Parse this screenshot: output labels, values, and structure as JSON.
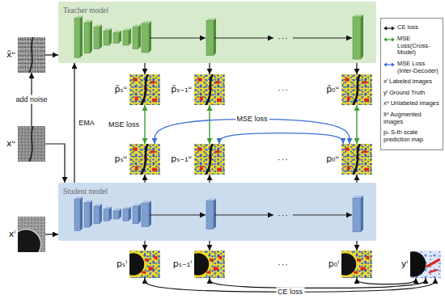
{
  "diagram": {
    "nodes": [
      {
        "text": [
          "Teacher model"
        ]
      },
      {
        "text": [
          "Student model"
        ]
      },
      {
        "text": [
          "x̃ᵘ"
        ]
      },
      {
        "text": [
          "xᵘ"
        ]
      },
      {
        "text": [
          "xˡ"
        ]
      },
      {
        "text": [
          "p̃ₛᵘ"
        ]
      },
      {
        "text": [
          "p̃ₛ₋₁ᵘ"
        ]
      },
      {
        "text": [
          "p̃₀ᵘ"
        ]
      },
      {
        "text": [
          "pₛᵘ"
        ]
      },
      {
        "text": [
          "pₛ₋₁ᵘ"
        ]
      },
      {
        "text": [
          "p₀ᵘ"
        ]
      },
      {
        "text": [
          "pₛˡ"
        ]
      },
      {
        "text": [
          "pₛ₋₁ˡ"
        ]
      },
      {
        "text": [
          "p₀ˡ"
        ]
      },
      {
        "text": [
          "yˡ"
        ]
      }
    ],
    "edges": [
      {
        "from": 3,
        "to": 2,
        "arrow": "to",
        "label": "add noise"
      },
      {
        "from": 2,
        "to": 0,
        "arrow": "to"
      },
      {
        "from": 3,
        "to": 1,
        "arrow": "to"
      },
      {
        "from": 4,
        "to": 1,
        "arrow": "to"
      },
      {
        "from": 1,
        "to": 0,
        "arrow": "to",
        "label": "EMA"
      },
      {
        "from": 0,
        "to": 5,
        "arrow": "to"
      },
      {
        "from": 0,
        "to": 6,
        "arrow": "to"
      },
      {
        "from": 0,
        "to": 7,
        "arrow": "to"
      },
      {
        "from": 5,
        "to": 8,
        "arrow": "both",
        "label": "MSE loss"
      },
      {
        "from": 6,
        "to": 9,
        "arrow": "both"
      },
      {
        "from": 7,
        "to": 10,
        "arrow": "both"
      },
      {
        "from": 8,
        "to": 10,
        "arrow": "both",
        "label": "MSE loss"
      },
      {
        "from": 9,
        "to": 10,
        "arrow": "both"
      },
      {
        "from": 1,
        "to": 8,
        "arrow": "to"
      },
      {
        "from": 1,
        "to": 9,
        "arrow": "to"
      },
      {
        "from": 1,
        "to": 10,
        "arrow": "to"
      },
      {
        "from": 1,
        "to": 11,
        "arrow": "to"
      },
      {
        "from": 1,
        "to": 12,
        "arrow": "to"
      },
      {
        "from": 1,
        "to": 13,
        "arrow": "to"
      },
      {
        "from": 11,
        "to": 14,
        "arrow": "both",
        "label": "CE loss"
      },
      {
        "from": 12,
        "to": 14,
        "arrow": "both"
      },
      {
        "from": 13,
        "to": 14,
        "arrow": "both"
      }
    ],
    "labels": [
      "···",
      "···",
      "···",
      "···",
      "···"
    ],
    "legend": [
      {
        "text": "CE loss"
      },
      {
        "text": "MSE Loss(Cross-Model)"
      },
      {
        "text": "MSE Loss (Inter-Decoder)"
      },
      {
        "text": "xˡ Labeled images"
      },
      {
        "text": "yˡ Ground Truth"
      },
      {
        "text": "xᵘ Unlabeled images"
      },
      {
        "text": "x̃ᵘ Augmented images"
      },
      {
        "text": "pₛ S-th scale prediction map"
      }
    ]
  }
}
